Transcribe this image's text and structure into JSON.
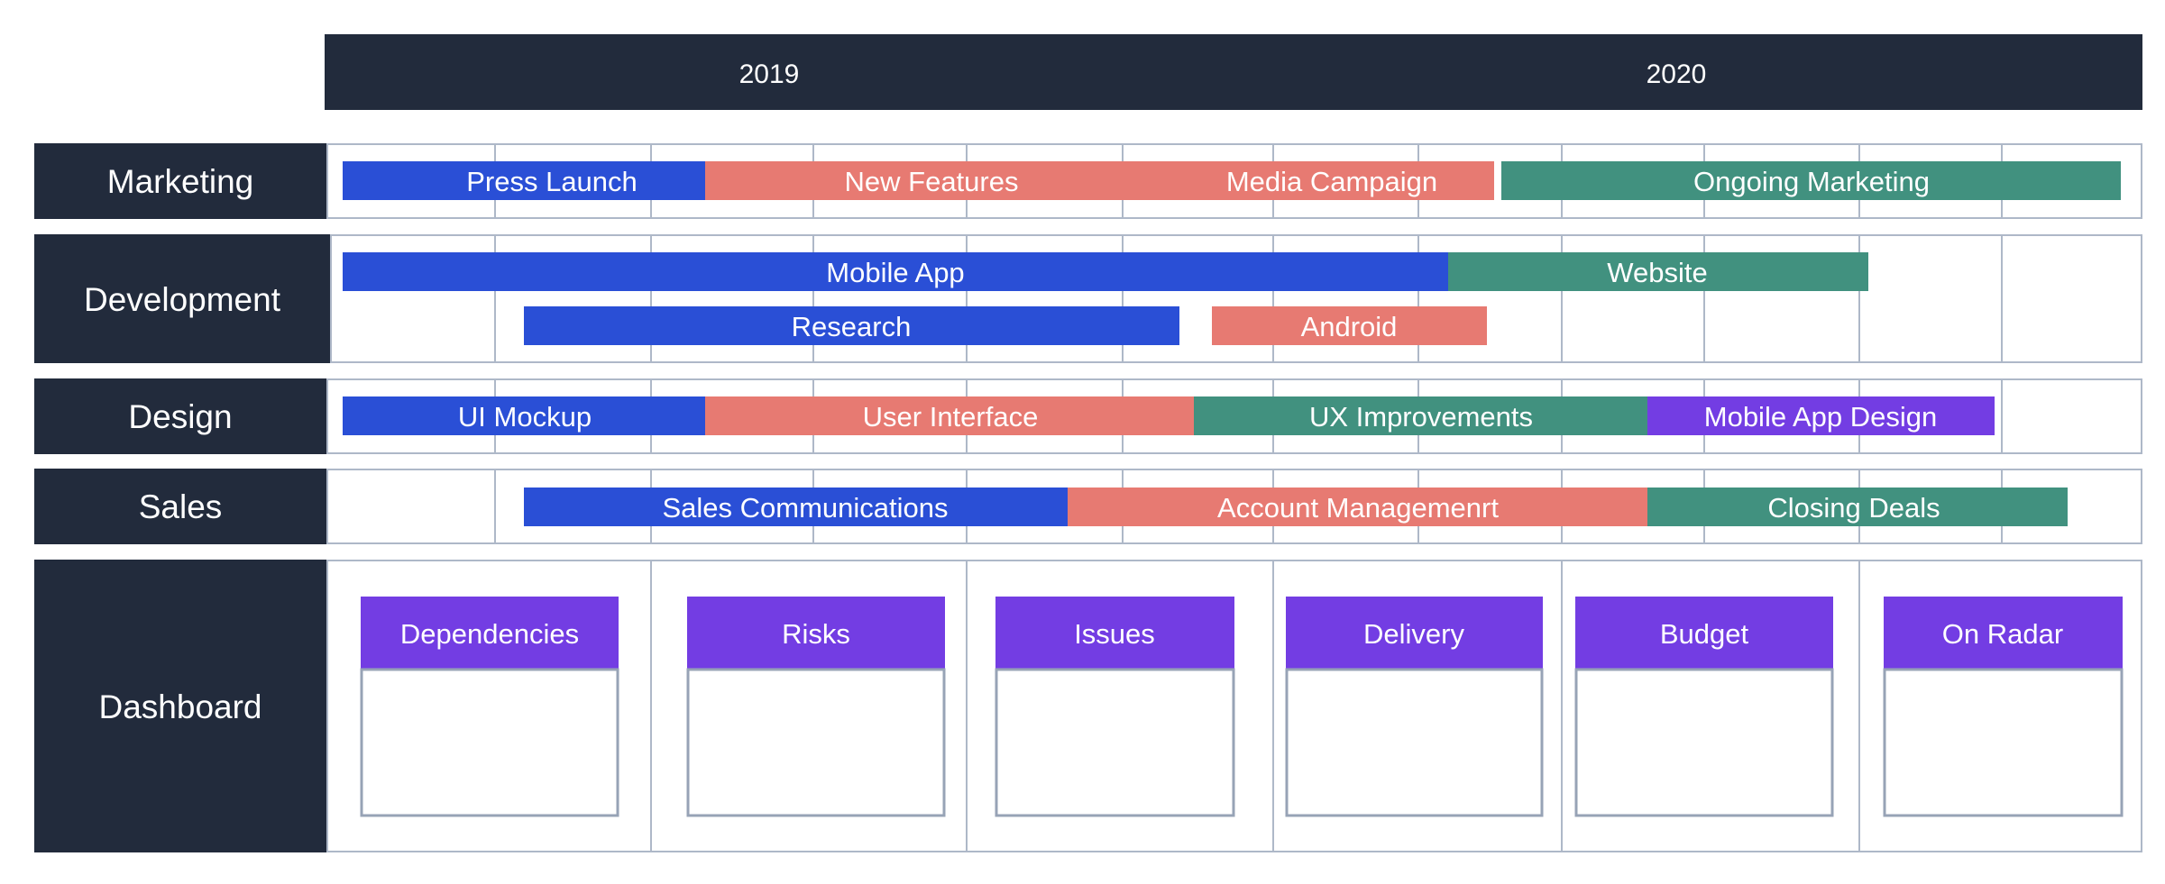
{
  "header": {
    "years": [
      "2019",
      "2020"
    ]
  },
  "lanes": [
    {
      "key": "marketing",
      "label": "Marketing",
      "bars": [
        {
          "label": "Press Launch",
          "color": "blue"
        },
        {
          "label": "New Features",
          "color": "salmon"
        },
        {
          "label": "Media Campaign",
          "color": "salmon"
        },
        {
          "label": "Ongoing Marketing",
          "color": "teal"
        }
      ]
    },
    {
      "key": "development",
      "label": "Development",
      "bars": [
        {
          "label": "Mobile App",
          "color": "blue"
        },
        {
          "label": "Website",
          "color": "teal"
        },
        {
          "label": "Research",
          "color": "blue"
        },
        {
          "label": "Android",
          "color": "salmon"
        }
      ]
    },
    {
      "key": "design",
      "label": "Design",
      "bars": [
        {
          "label": "UI Mockup",
          "color": "blue"
        },
        {
          "label": "User Interface",
          "color": "salmon"
        },
        {
          "label": "UX Improvements",
          "color": "teal"
        },
        {
          "label": "Mobile App Design",
          "color": "purple"
        }
      ]
    },
    {
      "key": "sales",
      "label": "Sales",
      "bars": [
        {
          "label": "Sales Communications",
          "color": "blue"
        },
        {
          "label": "Account Managemenrt",
          "color": "salmon"
        },
        {
          "label": "Closing Deals",
          "color": "teal"
        }
      ]
    },
    {
      "key": "dashboard",
      "label": "Dashboard",
      "bars": []
    }
  ],
  "dashboard": {
    "panels": [
      "Dependencies",
      "Risks",
      "Issues",
      "Delivery",
      "Budget",
      "On Radar"
    ]
  },
  "colors": {
    "dark": "#222b3c",
    "blue": "#2a4fd6",
    "salmon": "#e77a72",
    "teal": "#41917f",
    "purple": "#733de3",
    "grid": "#aeb8c8",
    "panel_border": "#97a3b6"
  }
}
